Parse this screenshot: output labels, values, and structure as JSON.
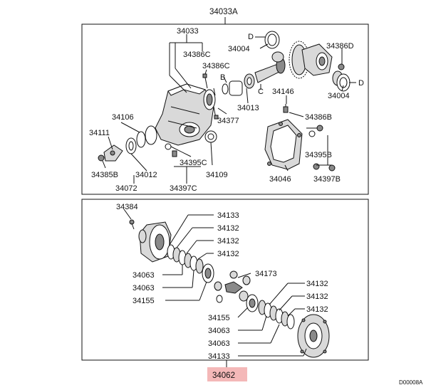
{
  "assembly_title": "34033A",
  "highlight_color": "#f4b8b8",
  "upper": {
    "labels": {
      "a34033": "34033",
      "a34386C_1": "34386C",
      "a34386C_2": "34386C",
      "a34004_1": "34004",
      "d1": "D",
      "b": "B",
      "c": "C",
      "a34386D": "34386D",
      "d2": "D",
      "a34004_2": "34004",
      "a34146": "34146",
      "a34013": "34013",
      "a34377": "34377",
      "a34386B": "34386B",
      "a34106": "34106",
      "a34111": "34111",
      "a34395C": "34395C",
      "a34395B": "34395B",
      "a34385B": "34385B",
      "a34012": "34012",
      "a34109": "34109",
      "a34046": "34046",
      "a34397B": "34397B",
      "a34072": "34072",
      "a34397C": "34397C"
    }
  },
  "lower": {
    "labels": {
      "a34384": "34384",
      "a34133_1": "34133",
      "a34132_1": "34132",
      "a34132_2": "34132",
      "a34132_3": "34132",
      "a34063_1": "34063",
      "a34063_2": "34063",
      "a34155_1": "34155",
      "a34173": "34173",
      "a34132_4": "34132",
      "a34132_5": "34132",
      "a34132_6": "34132",
      "a34155_2": "34155",
      "a34063_3": "34063",
      "a34063_4": "34063",
      "a34133_2": "34133"
    }
  },
  "assembly_part": "34062",
  "drawing_code": "D00008A"
}
